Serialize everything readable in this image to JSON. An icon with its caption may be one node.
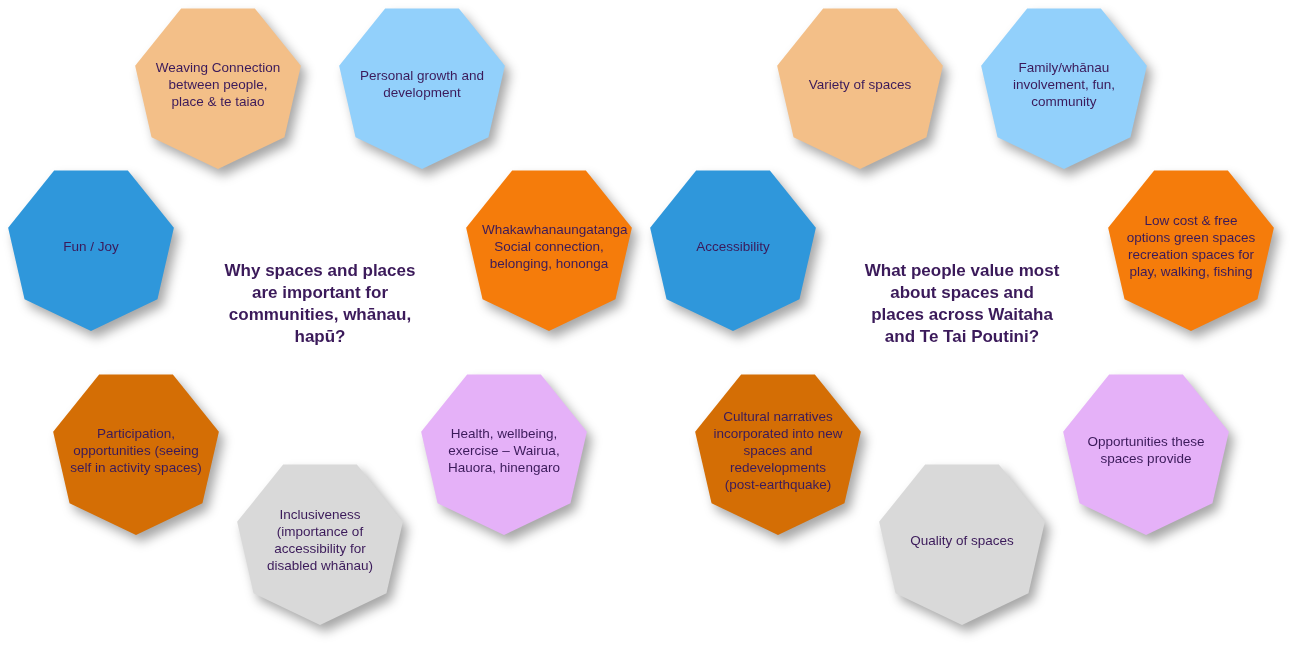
{
  "diagram": {
    "nodes": [
      {
        "text": [
          "Weaving Connection between people, place & te taiao"
        ]
      },
      {
        "text": [
          "Personal growth and development"
        ]
      },
      {
        "text": [
          "Fun / Joy"
        ]
      },
      {
        "text": [
          "Whakawhanaungatanga Social connection, belonging, hononga"
        ]
      },
      {
        "text": [
          "Participation, opportunities (seeing self in activity spaces)"
        ]
      },
      {
        "text": [
          "Health, wellbeing, exercise – Wairua, Hauora, hinengaro"
        ]
      },
      {
        "text": [
          "Inclusiveness (importance of accessibility for disabled whānau)"
        ]
      },
      {
        "text": [
          "Variety of spaces"
        ]
      },
      {
        "text": [
          "Family/whānau involvement, fun, community"
        ]
      },
      {
        "text": [
          "Accessibility"
        ]
      },
      {
        "text": [
          "Low cost & free options green spaces recreation spaces for play, walking, fishing"
        ]
      },
      {
        "text": [
          "Cultural narratives incorporated into new spaces and redevelopments (post-earthquake)"
        ]
      },
      {
        "text": [
          "Opportunities these spaces provide"
        ]
      },
      {
        "text": [
          "Quality of spaces"
        ]
      }
    ],
    "edges": [],
    "labels": [
      "Why spaces and places are important for communities, whānau, hapū?",
      "What people value most about spaces and places across Waitaha and Te Tai Poutini?"
    ]
  }
}
